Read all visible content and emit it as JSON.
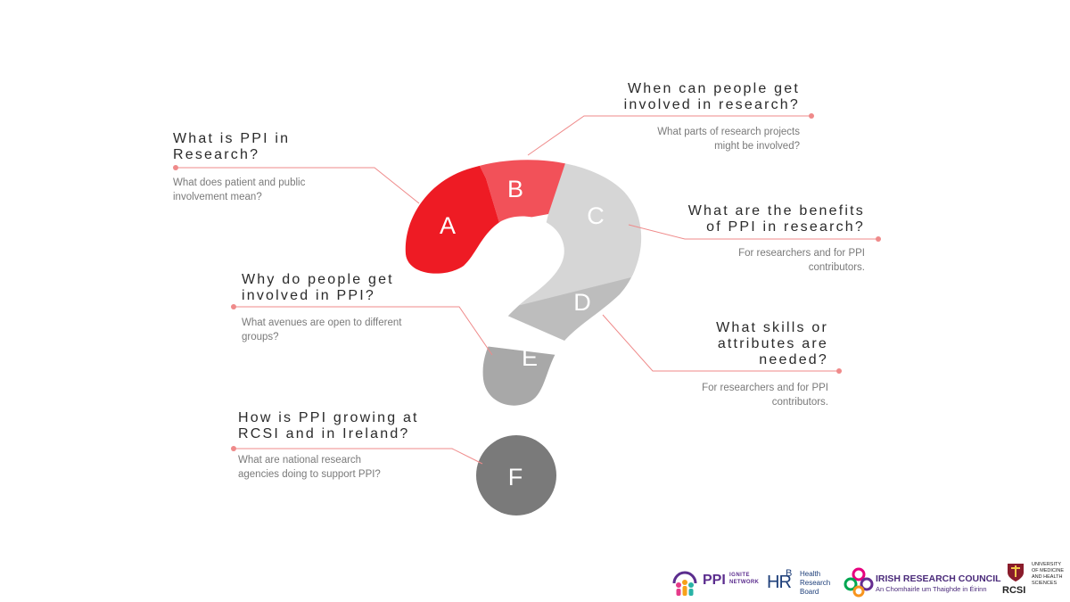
{
  "segments": [
    {
      "letter": "A",
      "color": "#ee1b24"
    },
    {
      "letter": "B",
      "color": "#f25159"
    },
    {
      "letter": "C",
      "color": "#d6d6d6"
    },
    {
      "letter": "D",
      "color": "#bdbdbd"
    },
    {
      "letter": "E",
      "color": "#a8a8a8"
    },
    {
      "letter": "F",
      "color": "#7a7a7a"
    }
  ],
  "accent_line_color": "#ef8a8a",
  "topics": {
    "a": {
      "title": "What is PPI in\nResearch?",
      "subtitle": "What does patient and public\ninvolvement  mean?"
    },
    "b": {
      "title": "When can people get\ninvolved in research?",
      "subtitle": "What parts of research projects\nmight be involved?"
    },
    "c": {
      "title": "What are the benefits\nof PPI in research?",
      "subtitle": "For researchers and for PPI\ncontributors."
    },
    "d": {
      "title": "What skills or\nattributes are\nneeded?",
      "subtitle": "For researchers and for PPI\ncontributors."
    },
    "e": {
      "title": "Why do people get\ninvolved in PPI?",
      "subtitle": "What avenues are open to different\ngroups?"
    },
    "f": {
      "title": "How is PPI growing at\nRCSI and in Ireland?",
      "subtitle": "What are national research\nagencies doing to support PPI?"
    }
  },
  "logos": {
    "ppi": {
      "main": "PPI",
      "small_top": "IGNITE",
      "small_bottom": "NETWORK"
    },
    "hrb": {
      "mark": "HR",
      "mark_sup": "B",
      "line1": "Health",
      "line2": "Research",
      "line3": "Board"
    },
    "irc": {
      "line1": "IRISH RESEARCH COUNCIL",
      "line2": "An Chomhairle um Thaighde in Éirinn"
    },
    "rcsi": {
      "mark": "RCSI",
      "line1": "UNIVERSITY",
      "line2": "OF MEDICINE",
      "line3": "AND HEALTH",
      "line4": "SCIENCES"
    }
  }
}
